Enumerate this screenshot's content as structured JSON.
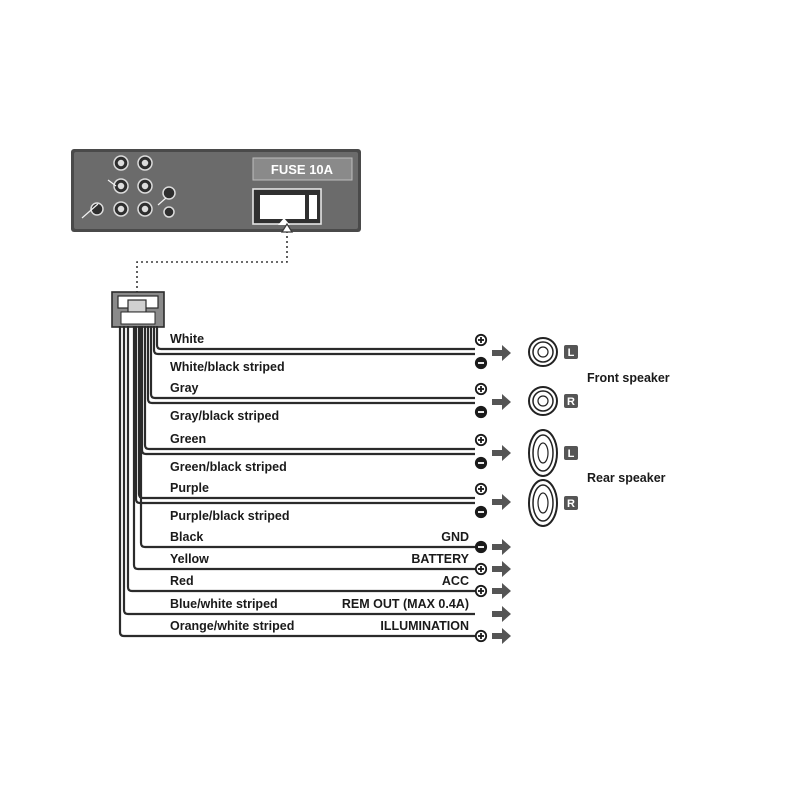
{
  "unit": {
    "fuse_label": "FUSE 10A"
  },
  "wires": [
    {
      "color": "White",
      "polarity": "+",
      "speaker": "front-left"
    },
    {
      "color": "White/black striped",
      "polarity": "-",
      "speaker": "front-left"
    },
    {
      "color": "Gray",
      "polarity": "+",
      "speaker": "front-right"
    },
    {
      "color": "Gray/black striped",
      "polarity": "-",
      "speaker": "front-right"
    },
    {
      "color": "Green",
      "polarity": "+",
      "speaker": "rear-left"
    },
    {
      "color": "Green/black striped",
      "polarity": "-",
      "speaker": "rear-left"
    },
    {
      "color": "Purple",
      "polarity": "+",
      "speaker": "rear-right"
    },
    {
      "color": "Purple/black striped",
      "polarity": "-",
      "speaker": "rear-right"
    }
  ],
  "power_wires": [
    {
      "color": "Black",
      "function": "GND",
      "polarity": "-"
    },
    {
      "color": "Yellow",
      "function": "BATTERY",
      "polarity": "+"
    },
    {
      "color": "Red",
      "function": "ACC",
      "polarity": "+"
    },
    {
      "color": "Blue/white striped",
      "function": "REM OUT (MAX 0.4A)",
      "polarity": ""
    },
    {
      "color": "Orange/white striped",
      "function": "ILLUMINATION",
      "polarity": "+"
    }
  ],
  "speakers": {
    "front_label": "Front speaker",
    "rear_label": "Rear speaker",
    "left_badge": "L",
    "right_badge": "R"
  }
}
